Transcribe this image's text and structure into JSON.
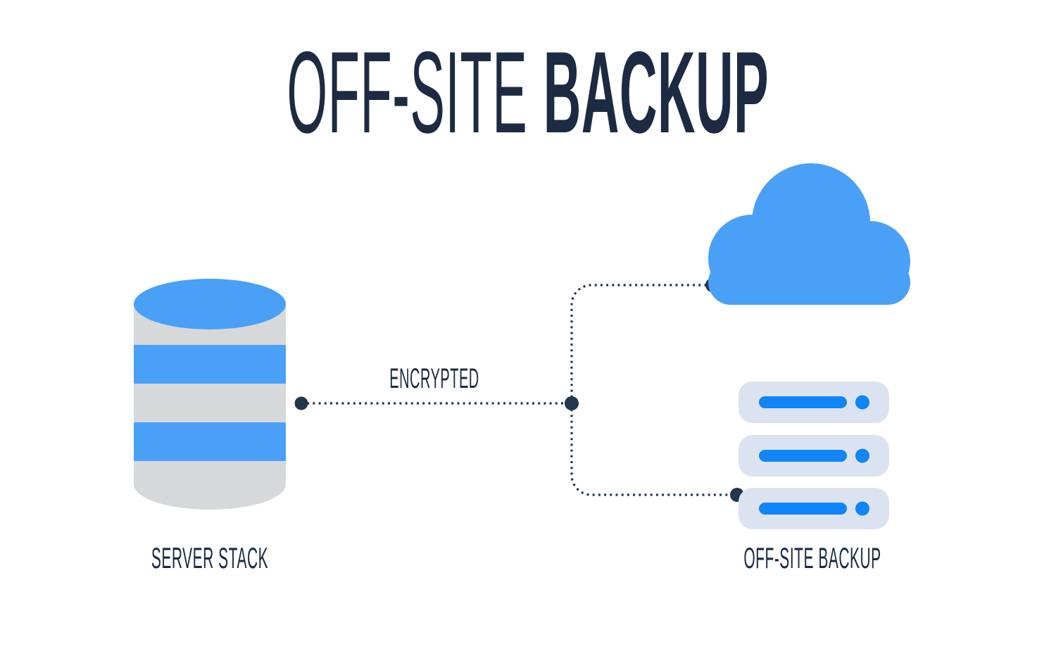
{
  "title": {
    "light": "OFF-SITE",
    "bold": "BACKUP"
  },
  "connection": {
    "label": "ENCRYPTED",
    "style": "dotted"
  },
  "nodes": {
    "server_stack": {
      "label": "SERVER STACK",
      "icon": "database-cylinder-icon",
      "stripes": 2
    },
    "cloud": {
      "icon": "cloud-icon"
    },
    "offsite_backup": {
      "label": "OFF-SITE BACKUP",
      "icon": "server-rack-icon",
      "rack_units": 3
    }
  },
  "colors": {
    "background": "#ffffff",
    "navy": "#1c2b42",
    "connector": "#22364e",
    "blue": "#4aa0f6",
    "bright_blue": "#0f85f8",
    "cylinder_gray": "#d6d8da",
    "rack_body": "#dbe3f0"
  }
}
